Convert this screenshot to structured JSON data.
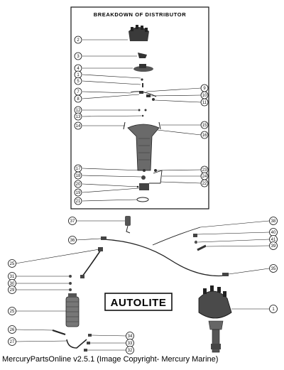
{
  "title": "BREAKDOWN OF DISTRIBUTOR",
  "brand_label": "AUTOLITE",
  "footer_caption": "MercuryPartsOnline v2.5.1 (Image Copyright- Mercury Marine)",
  "colors": {
    "ink": "#111111",
    "part_gray": "#6a6a6a",
    "panel": "#ffffff"
  },
  "callouts": {
    "c_left_2": "2",
    "c_left_3": "3",
    "c_left_4": "4",
    "c_left_5": "1",
    "c_left_6": "5",
    "c_left_7": "7",
    "c_left_8": "8",
    "c_left_12": "12",
    "c_left_13": "13",
    "c_left_14": "14",
    "c_left_17": "17",
    "c_left_18": "18",
    "c_left_20": "20",
    "c_left_19": "19",
    "c_left_21": "21",
    "c_right_9": "9",
    "c_right_10": "10",
    "c_right_11": "11",
    "c_right_15": "15",
    "c_right_16": "16",
    "c_right_23": "23",
    "c_right_24": "24",
    "c_right_22": "22",
    "b_37": "37",
    "b_36": "36",
    "b_38": "38",
    "b_40": "40",
    "b_41": "41",
    "b_39": "39",
    "b_35": "35",
    "b_25a": "25",
    "b_31": "31",
    "b_30": "30",
    "b_29": "29",
    "b_25b": "25",
    "b_1": "1",
    "b_26": "26",
    "b_27": "27",
    "b_34": "34",
    "b_33": "33",
    "b_32": "32"
  }
}
